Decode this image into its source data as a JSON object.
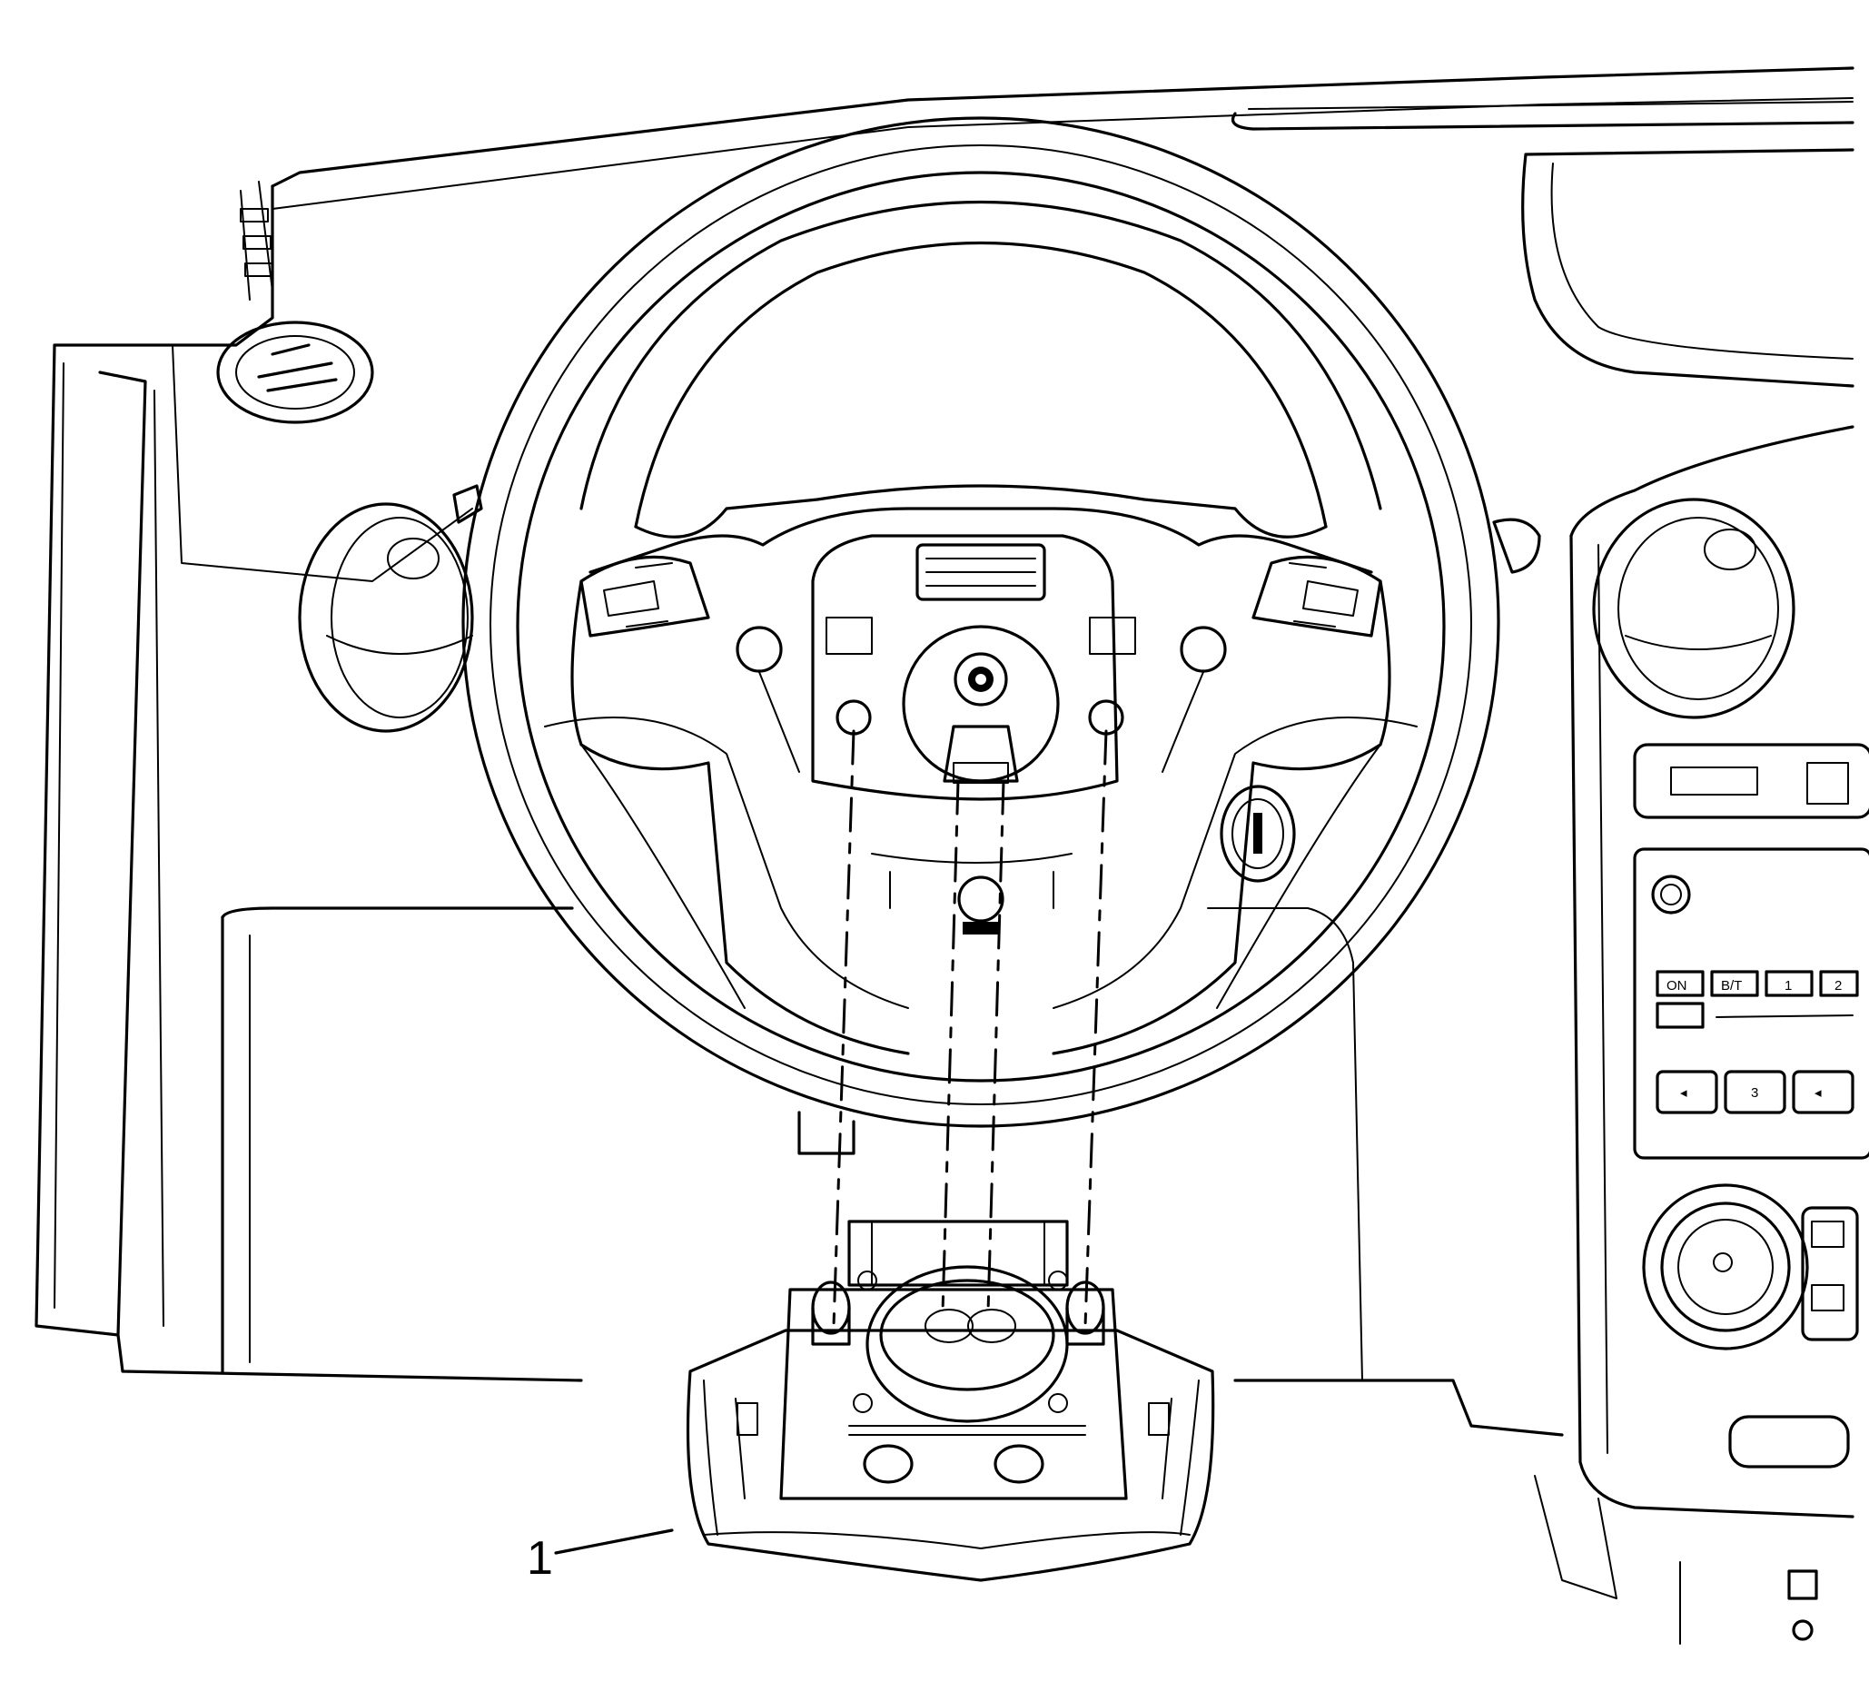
{
  "callouts": [
    {
      "number": "1"
    }
  ],
  "radio_buttons": [
    "ON",
    "B/T",
    "1",
    "2"
  ],
  "hvac_button_labels": [
    "◂",
    "3",
    "◂"
  ]
}
